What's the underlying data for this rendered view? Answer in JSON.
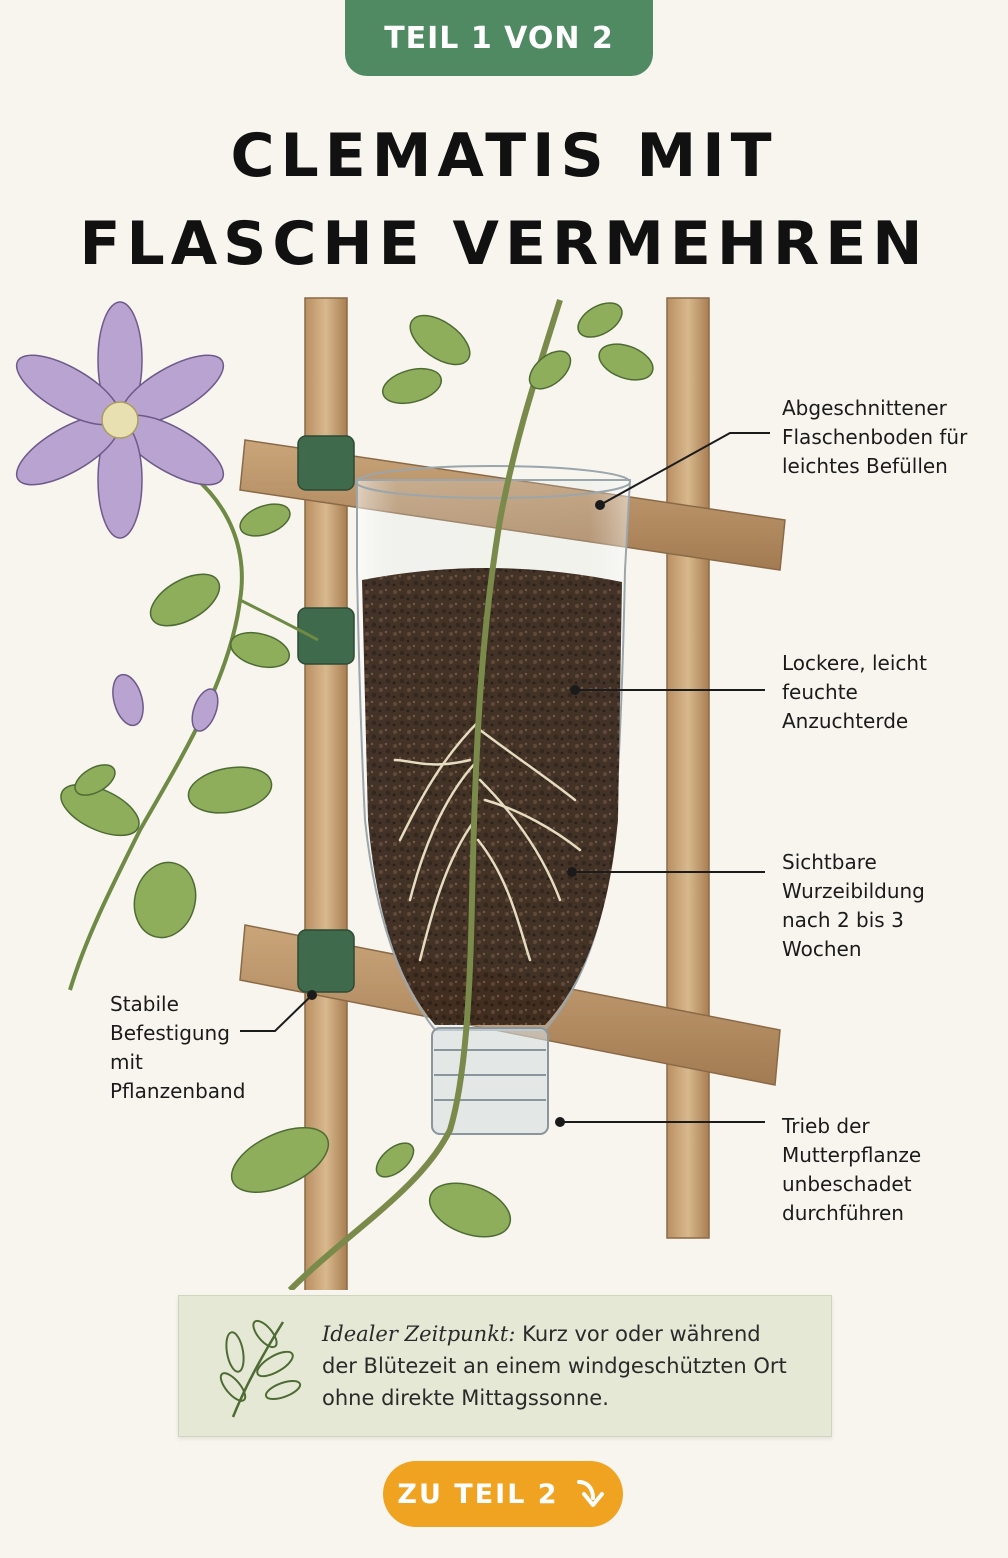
{
  "header": {
    "badge": "TEIL 1 VON 2",
    "title_line1": "CLEMATIS MIT",
    "title_line2": "FLASCHE VERMEHREN"
  },
  "labels": {
    "bottle_bottom": [
      "Abgeschnittener",
      "Flaschenboden für",
      "leichtes Befüllen"
    ],
    "soil": [
      "Lockere, leicht",
      "feuchte",
      "Anzuchterde"
    ],
    "roots": [
      "Sichtbare",
      "Wurzeibildung",
      "nach 2 bis 3",
      "Wochen"
    ],
    "fastening": [
      "Stabile",
      "Befestigung",
      "mit",
      "Pflanzenband"
    ],
    "shoot": [
      "Trieb der",
      "Mutterpflanze",
      "unbeschadet",
      "durchführen"
    ]
  },
  "tip": {
    "lead": "Idealer Zeitpunkt:",
    "text": "Kurz vor oder während der Blütezeit an einem windgeschützten Ort ohne direkte Mittagssonne."
  },
  "cta": {
    "label": "ZU TEIL 2"
  },
  "colors": {
    "badge": "#4f8a63",
    "button": "#f0a321",
    "callout_bg": "#e4e8d5",
    "leaf": "#8fae5c",
    "wood": "#c9a57a",
    "soil": "#3b2a1f",
    "petal": "#b9a4d1"
  }
}
